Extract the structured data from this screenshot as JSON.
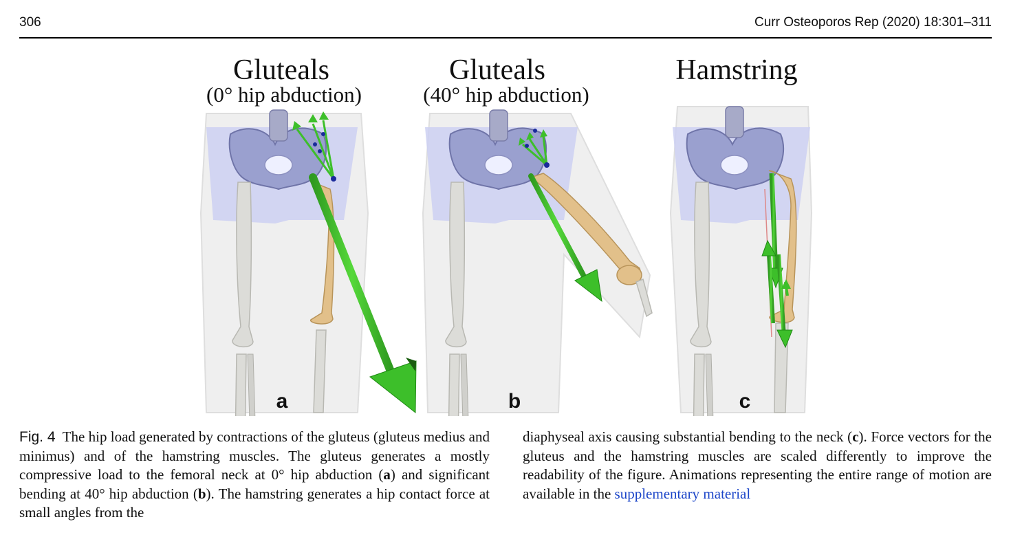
{
  "header": {
    "page_number": "306",
    "journal": "Curr Osteoporos Rep (2020) 18:301–311"
  },
  "figure": {
    "panels": [
      {
        "title": "Gluteals",
        "subtitle": "(0° hip abduction)",
        "letter": "a"
      },
      {
        "title": "Gluteals",
        "subtitle": "(40° hip abduction)",
        "letter": "b"
      },
      {
        "title": "Hamstring",
        "subtitle": "",
        "letter": "c"
      }
    ],
    "colors": {
      "arrow": "#3dbf2a",
      "arrow_dark": "#1f8a14",
      "bone": "#d8d8d4",
      "femur": "#e2c08a",
      "pelvis": "#9aa0cf",
      "pelvic_plane": "#c9ccf0",
      "body": "#ececec"
    }
  },
  "caption": {
    "fig_label": "Fig. 4",
    "left_p1": "The hip load generated by contractions of the gluteus (gluteus medius and minimus) and of the hamstring muscles. The gluteus generates a mostly compressive load to the femoral neck at 0° hip abduction (",
    "left_a": "a",
    "left_p2": ") and significant bending at 40° hip abduction (",
    "left_b": "b",
    "left_p3": "). The hamstring generates a hip contact force at small angles from the",
    "right_p1": "diaphyseal axis causing substantial bending to the neck (",
    "right_c": "c",
    "right_p2": "). Force vectors for the gluteus and the hamstring muscles are scaled differently to improve the readability of the figure. Animations representing the entire range of motion are available in the ",
    "link": "supplementary material"
  }
}
